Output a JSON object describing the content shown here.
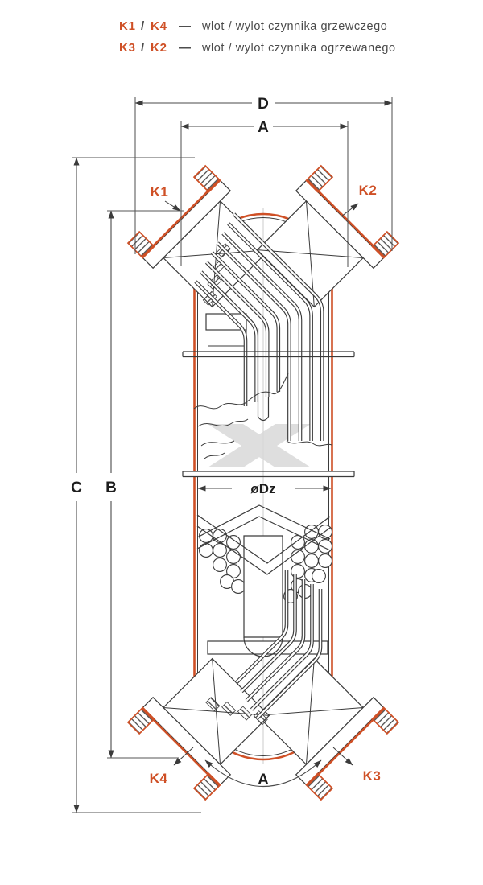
{
  "legend": {
    "entries": [
      {
        "code_a": "K1",
        "slash": "/",
        "code_b": "K4",
        "dash": "—",
        "description": "wlot / wylot czynnika grzewczego"
      },
      {
        "code_a": "K3",
        "slash": "/",
        "code_b": "K2",
        "dash": "—",
        "description": "wlot / wylot czynnika ogrzewanego"
      }
    ]
  },
  "dimension_labels": {
    "top_outer": "D",
    "top_inner": "A",
    "left_outer": "C",
    "left_inner": "B",
    "shell_diameter": "øDz",
    "bottom_span": "A"
  },
  "nozzle_labels": {
    "top_left": "K1",
    "top_right": "K2",
    "bottom_right": "K3",
    "bottom_left": "K4"
  },
  "colors": {
    "accent_orange": "#cf5026",
    "line_dark": "#3b3b3b",
    "dimension_gray": "#4a4a4a",
    "watermark_gray": "#d9d9d9"
  }
}
